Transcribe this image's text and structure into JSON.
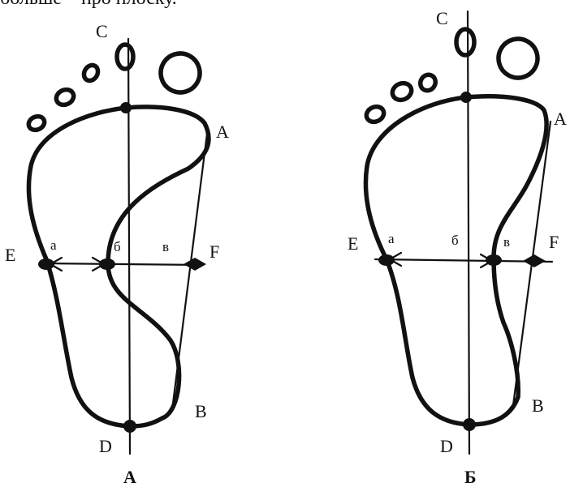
{
  "header_text": "больше – про плоску.",
  "figures": [
    {
      "caption": "А",
      "points": {
        "C": "C",
        "A": "A",
        "E": "E",
        "F": "F",
        "B": "B",
        "D": "D"
      },
      "small": {
        "a": "а",
        "b": "б",
        "v": "в"
      }
    },
    {
      "caption": "Б",
      "points": {
        "C": "C",
        "A": "A",
        "E": "E",
        "F": "F",
        "B": "B",
        "D": "D"
      },
      "small": {
        "a": "а",
        "b": "б",
        "v": "в"
      }
    }
  ]
}
